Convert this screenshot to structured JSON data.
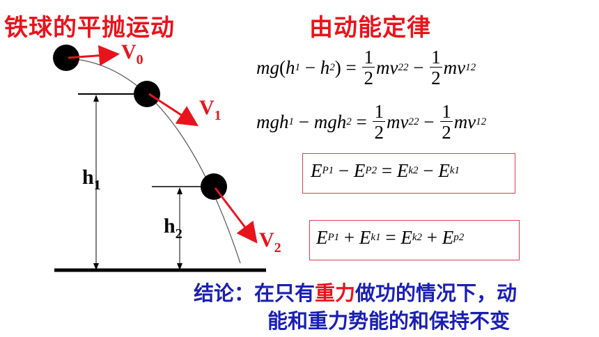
{
  "title_left": "铁球的平抛运动",
  "title_right": "由动能定律",
  "labels": {
    "v0": "V",
    "v0_sub": "0",
    "v1": "V",
    "v1_sub": "1",
    "v2": "V",
    "v2_sub": "2",
    "h1": "h",
    "h1_sub": "1",
    "h2": "h",
    "h2_sub": "2"
  },
  "formulas": {
    "f1": "mg(h₁ − h₂) = ½mv₂² − ½mv₁²",
    "f2": "mgh₁ − mgh₂ = ½mv₂² − ½mv₁²",
    "f3": "E_P1 − E_P2 = E_k2 − E_k1",
    "f4": "E_P1 + E_k1 = E_k2 + E_p2"
  },
  "conclusion": {
    "prefix": "结论：在只有",
    "highlight": "重力",
    "suffix": "做功的情况下，动",
    "line2": "能和重力势能的和保持不变"
  },
  "colors": {
    "title": "#e8141c",
    "conclusion": "#1a1fb4",
    "arrow": "#e8141c",
    "box": "#d6424a"
  }
}
